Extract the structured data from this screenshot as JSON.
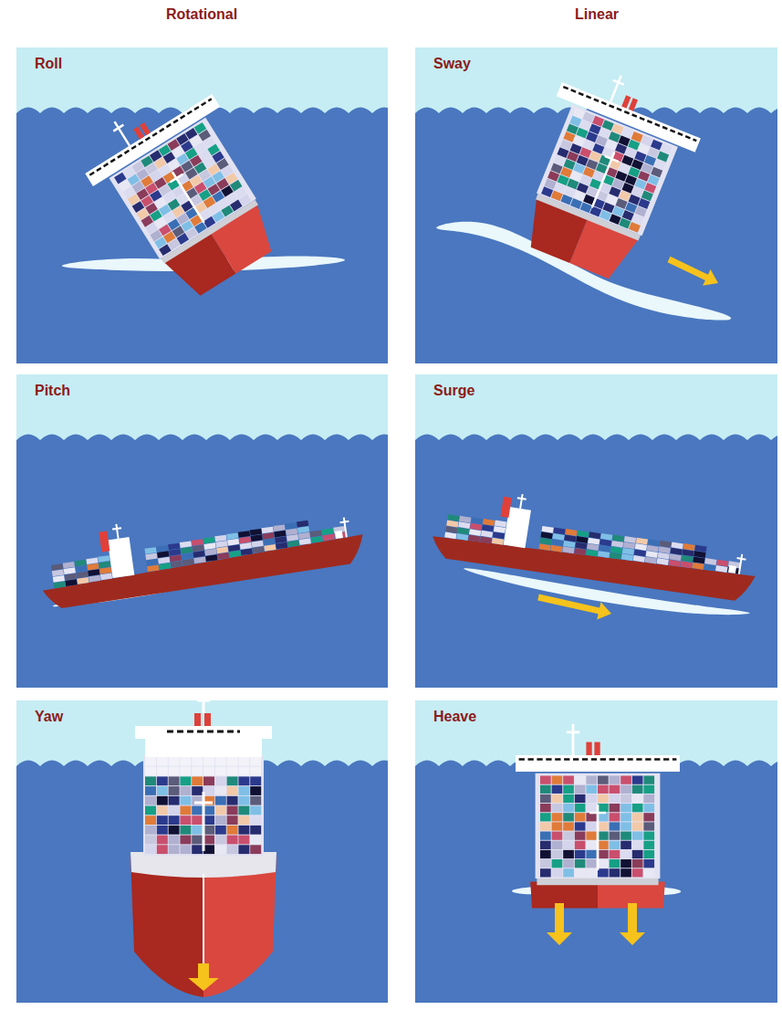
{
  "diagram": {
    "nodes": [
      {
        "text": [
          "Roll"
        ]
      },
      {
        "text": [
          "Sway"
        ]
      },
      {
        "text": [
          "Pitch"
        ]
      },
      {
        "text": [
          "Surge"
        ]
      },
      {
        "text": [
          "Yaw"
        ]
      },
      {
        "text": [
          "Heave"
        ]
      }
    ],
    "labels": [
      "Rotational",
      "Linear"
    ]
  }
}
